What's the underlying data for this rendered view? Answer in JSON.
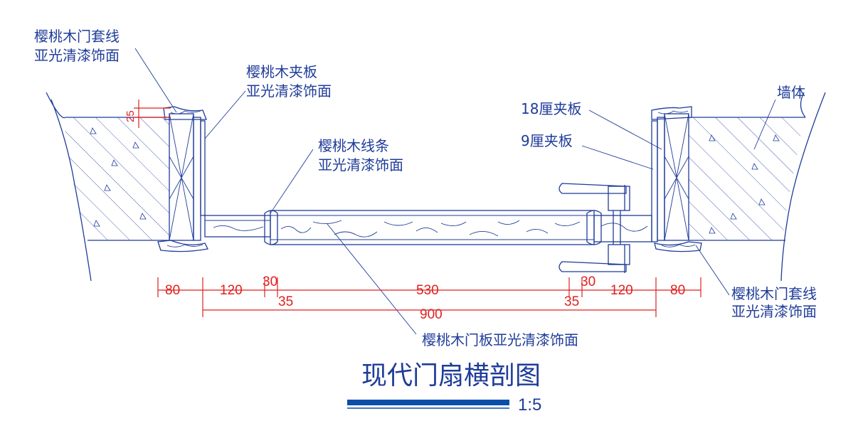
{
  "labels": {
    "frame_trim_left": [
      "樱桃木门套线",
      "亚光清漆饰面"
    ],
    "plywood_veneer": [
      "樱桃木夹板",
      "亚光清漆饰面"
    ],
    "trim_strip": [
      "樱桃木线条",
      "亚光清漆饰面"
    ],
    "ply_18": "18厘夹板",
    "ply_9": "9厘夹板",
    "wall": "墙体",
    "frame_trim_right": [
      "樱桃木门套线",
      "亚光清漆饰面"
    ],
    "door_panel": "樱桃木门板亚光清漆饰面"
  },
  "dimensions": {
    "top_row": [
      "80",
      "120",
      "30",
      "530",
      "30",
      "120",
      "80"
    ],
    "second_row": [
      "35",
      "35"
    ],
    "overall": "900",
    "vertical": "25"
  },
  "title": "现代门扇横剖图",
  "scale": "1:5",
  "colors": {
    "line": "#1f3c99",
    "dimension": "#e02020",
    "scale_bar": "#0b4fa8"
  }
}
